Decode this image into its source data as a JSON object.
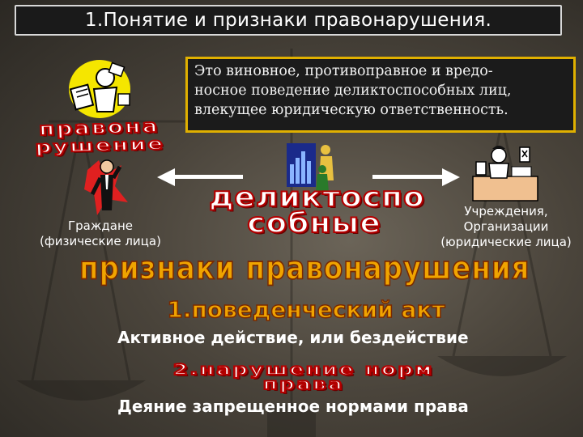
{
  "title": "1.Понятие и признаки правонарушения.",
  "definition": {
    "line1": "Это виновное, противоправное и вредо-",
    "line2": "носное поведение деликтоспособных лиц,",
    "line3": "влекущее юридическую ответственность."
  },
  "wordart_left": {
    "line1": "правона",
    "line2": "рушение"
  },
  "wordart_center": {
    "line1": "деликтоспо",
    "line2": "собные"
  },
  "left_label": {
    "line1": "Граждане",
    "line2": "(физические лица)"
  },
  "right_label": {
    "line1": "Учреждения,",
    "line2": "Организации",
    "line3": "(юридические лица)"
  },
  "signs_heading": "признаки правонарушения",
  "sign1": {
    "heading": "1.поведенческий акт",
    "text": "Активное действие, или бездействие"
  },
  "sign2": {
    "heading_line1": "2.нарушение норм",
    "heading_line2": "права",
    "text": "Деяние запрещенное нормами права"
  },
  "colors": {
    "accent_gold": "#e0b000",
    "wordart_red": "#b40000",
    "heading_orange": "#f0a400"
  },
  "icons": [
    "clipart-man-with-papers-icon",
    "clipart-businessman-icon",
    "clipart-chart-figures-icon",
    "clipart-office-worker-icon"
  ]
}
